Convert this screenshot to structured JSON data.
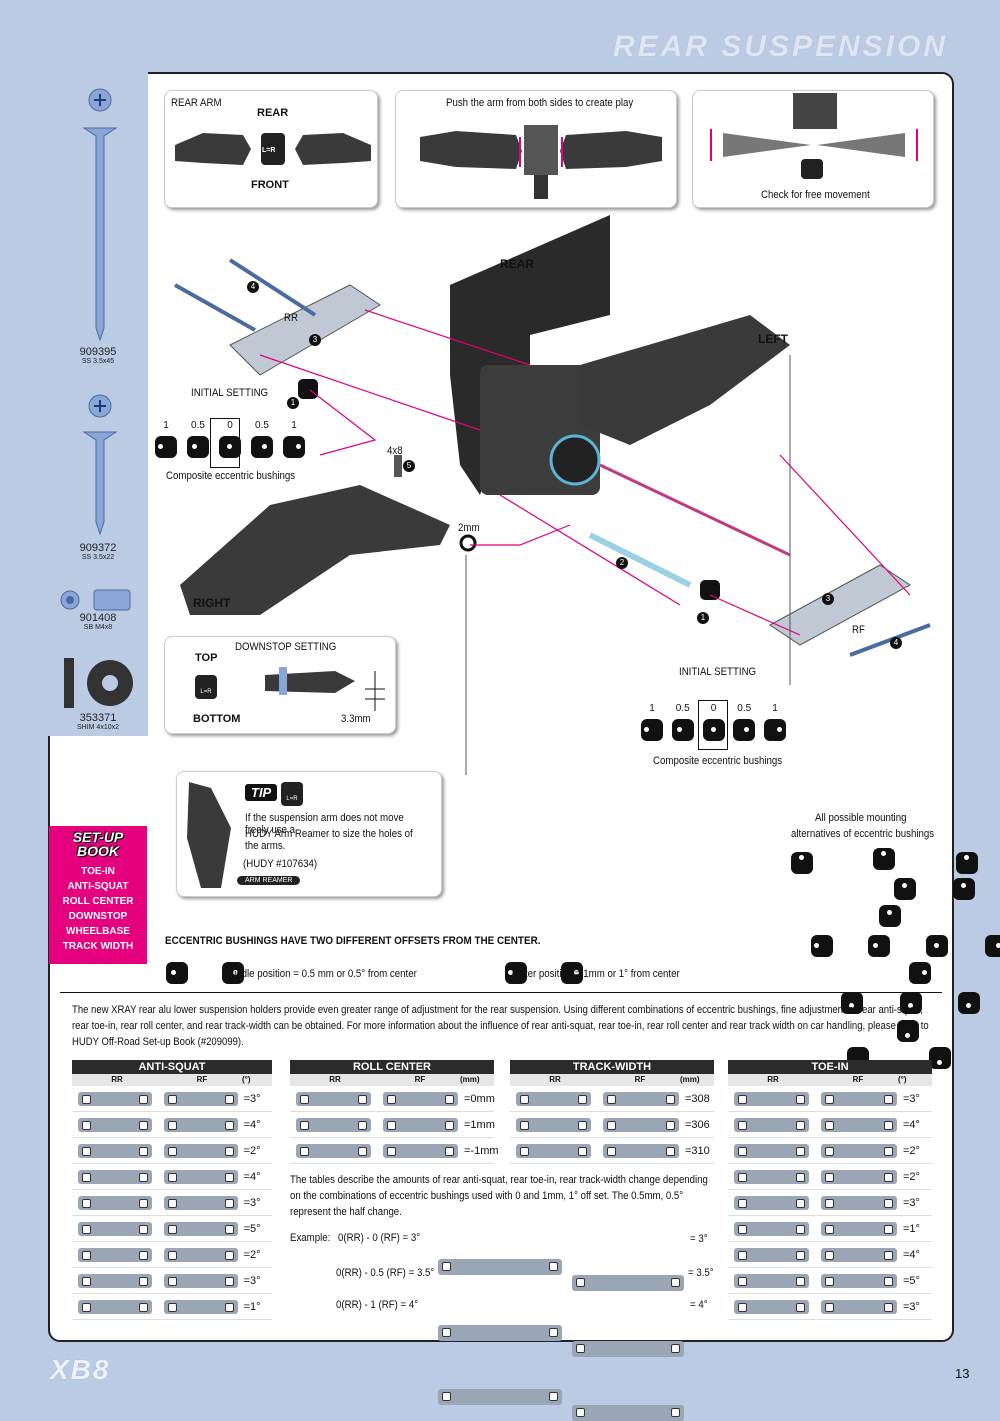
{
  "header": {
    "title": "REAR SUSPENSION",
    "page": "13",
    "footer_logo": "XB8"
  },
  "parts": [
    {
      "id": "909395",
      "desc": "SS 3.5x45"
    },
    {
      "id": "909372",
      "desc": "SS 3.5x22"
    },
    {
      "id": "901408",
      "desc": "SB M4x8"
    },
    {
      "id": "353371",
      "desc": "SHIM 4x10x2"
    }
  ],
  "panels": {
    "rear_arm": {
      "title": "REAR ARM",
      "rear": "REAR",
      "front": "FRONT",
      "lr": "L=R"
    },
    "push": {
      "title": "Push the arm from both sides to create play"
    },
    "check": {
      "caption": "Check for free movement"
    }
  },
  "diagram": {
    "rear": "REAR",
    "left": "LEFT",
    "right": "RIGHT",
    "rr": "RR",
    "rf": "RF",
    "step1": "1",
    "step2": "2",
    "step3": "3",
    "step4": "4",
    "step5": "5",
    "screw_label": "4x8",
    "shim_label": "2mm",
    "initial_setting": "INITIAL SETTING",
    "bush_values": [
      "1",
      "0.5",
      "0",
      "0.5",
      "1"
    ],
    "bush_caption": "Composite eccentric bushings"
  },
  "downstop": {
    "title": "DOWNSTOP SETTING",
    "top": "TOP",
    "bottom": "BOTTOM",
    "value": "3.3mm",
    "lr": "L=R"
  },
  "tip": {
    "label": "TIP",
    "text1": "If the suspension arm does not move freely use a",
    "text2": "HUDY Arm Reamer to size the holes of the arms.",
    "ref": "(HUDY #107634)",
    "tool": "ARM REAMER"
  },
  "mounting": {
    "title1": "All possible mounting",
    "title2": "alternatives of eccentric bushings"
  },
  "setup_book": {
    "title1": "SET-UP",
    "title2": "BOOK",
    "items": [
      "TOE-IN",
      "ANTI-SQUAT",
      "ROLL CENTER",
      "DOWNSTOP",
      "WHEELBASE",
      "TRACK WIDTH"
    ]
  },
  "offsets": {
    "heading": "ECCENTRIC BUSHINGS HAVE TWO DIFFERENT OFFSETS FROM THE CENTER.",
    "middle": "Middle position = 0.5 mm or 0.5° from center",
    "outer": "Outer position = 1mm or 1° from center"
  },
  "intro": "The new XRAY rear alu lower suspension holders provide even greater range of adjustment for the rear suspension. Using different combinations of eccentric bushings, fine adjustment of rear anti-squat, rear toe-in, rear roll center, and rear track-width can be obtained. For more information about the influence of rear anti-squat, rear toe-in, rear roll center and rear track width on car handling, please refer to HUDY Off-Road Set-up Book (#209099).",
  "tables": {
    "anti_squat": {
      "title": "ANTI-SQUAT",
      "c1": "RR",
      "c2": "RF",
      "unit": "(°)",
      "values": [
        "=3°",
        "=4°",
        "=2°",
        "=4°",
        "=3°",
        "=5°",
        "=2°",
        "=3°",
        "=1°"
      ]
    },
    "roll_center": {
      "title": "ROLL CENTER",
      "c1": "RR",
      "c2": "RF",
      "unit": "(mm)",
      "values": [
        "=0mm",
        "=1mm",
        "=-1mm"
      ]
    },
    "track_width": {
      "title": "TRACK-WIDTH",
      "c1": "RR",
      "c2": "RF",
      "unit": "(mm)",
      "values": [
        "=308",
        "=306",
        "=310"
      ]
    },
    "toe_in": {
      "title": "TOE-IN",
      "c1": "RR",
      "c2": "RF",
      "unit": "(°)",
      "values": [
        "=3°",
        "=4°",
        "=2°",
        "=2°",
        "=3°",
        "=1°",
        "=4°",
        "=5°",
        "=3°"
      ]
    }
  },
  "explain": {
    "text": "The tables describe the amounts of rear anti-squat, rear toe-in, rear track-width change depending on the combinations of eccentric bushings used with 0 and 1mm, 1° off set. The 0.5mm, 0.5° represent the half change.",
    "example_label": "Example:",
    "rows": [
      {
        "expr": "0(RR) - 0 (RF) = 3°",
        "result": "= 3°"
      },
      {
        "expr": "0(RR) - 0.5 (RF) = 3.5°",
        "result": "= 3.5°"
      },
      {
        "expr": "0(RR) - 1 (RF) = 4°",
        "result": "= 4°"
      }
    ]
  }
}
